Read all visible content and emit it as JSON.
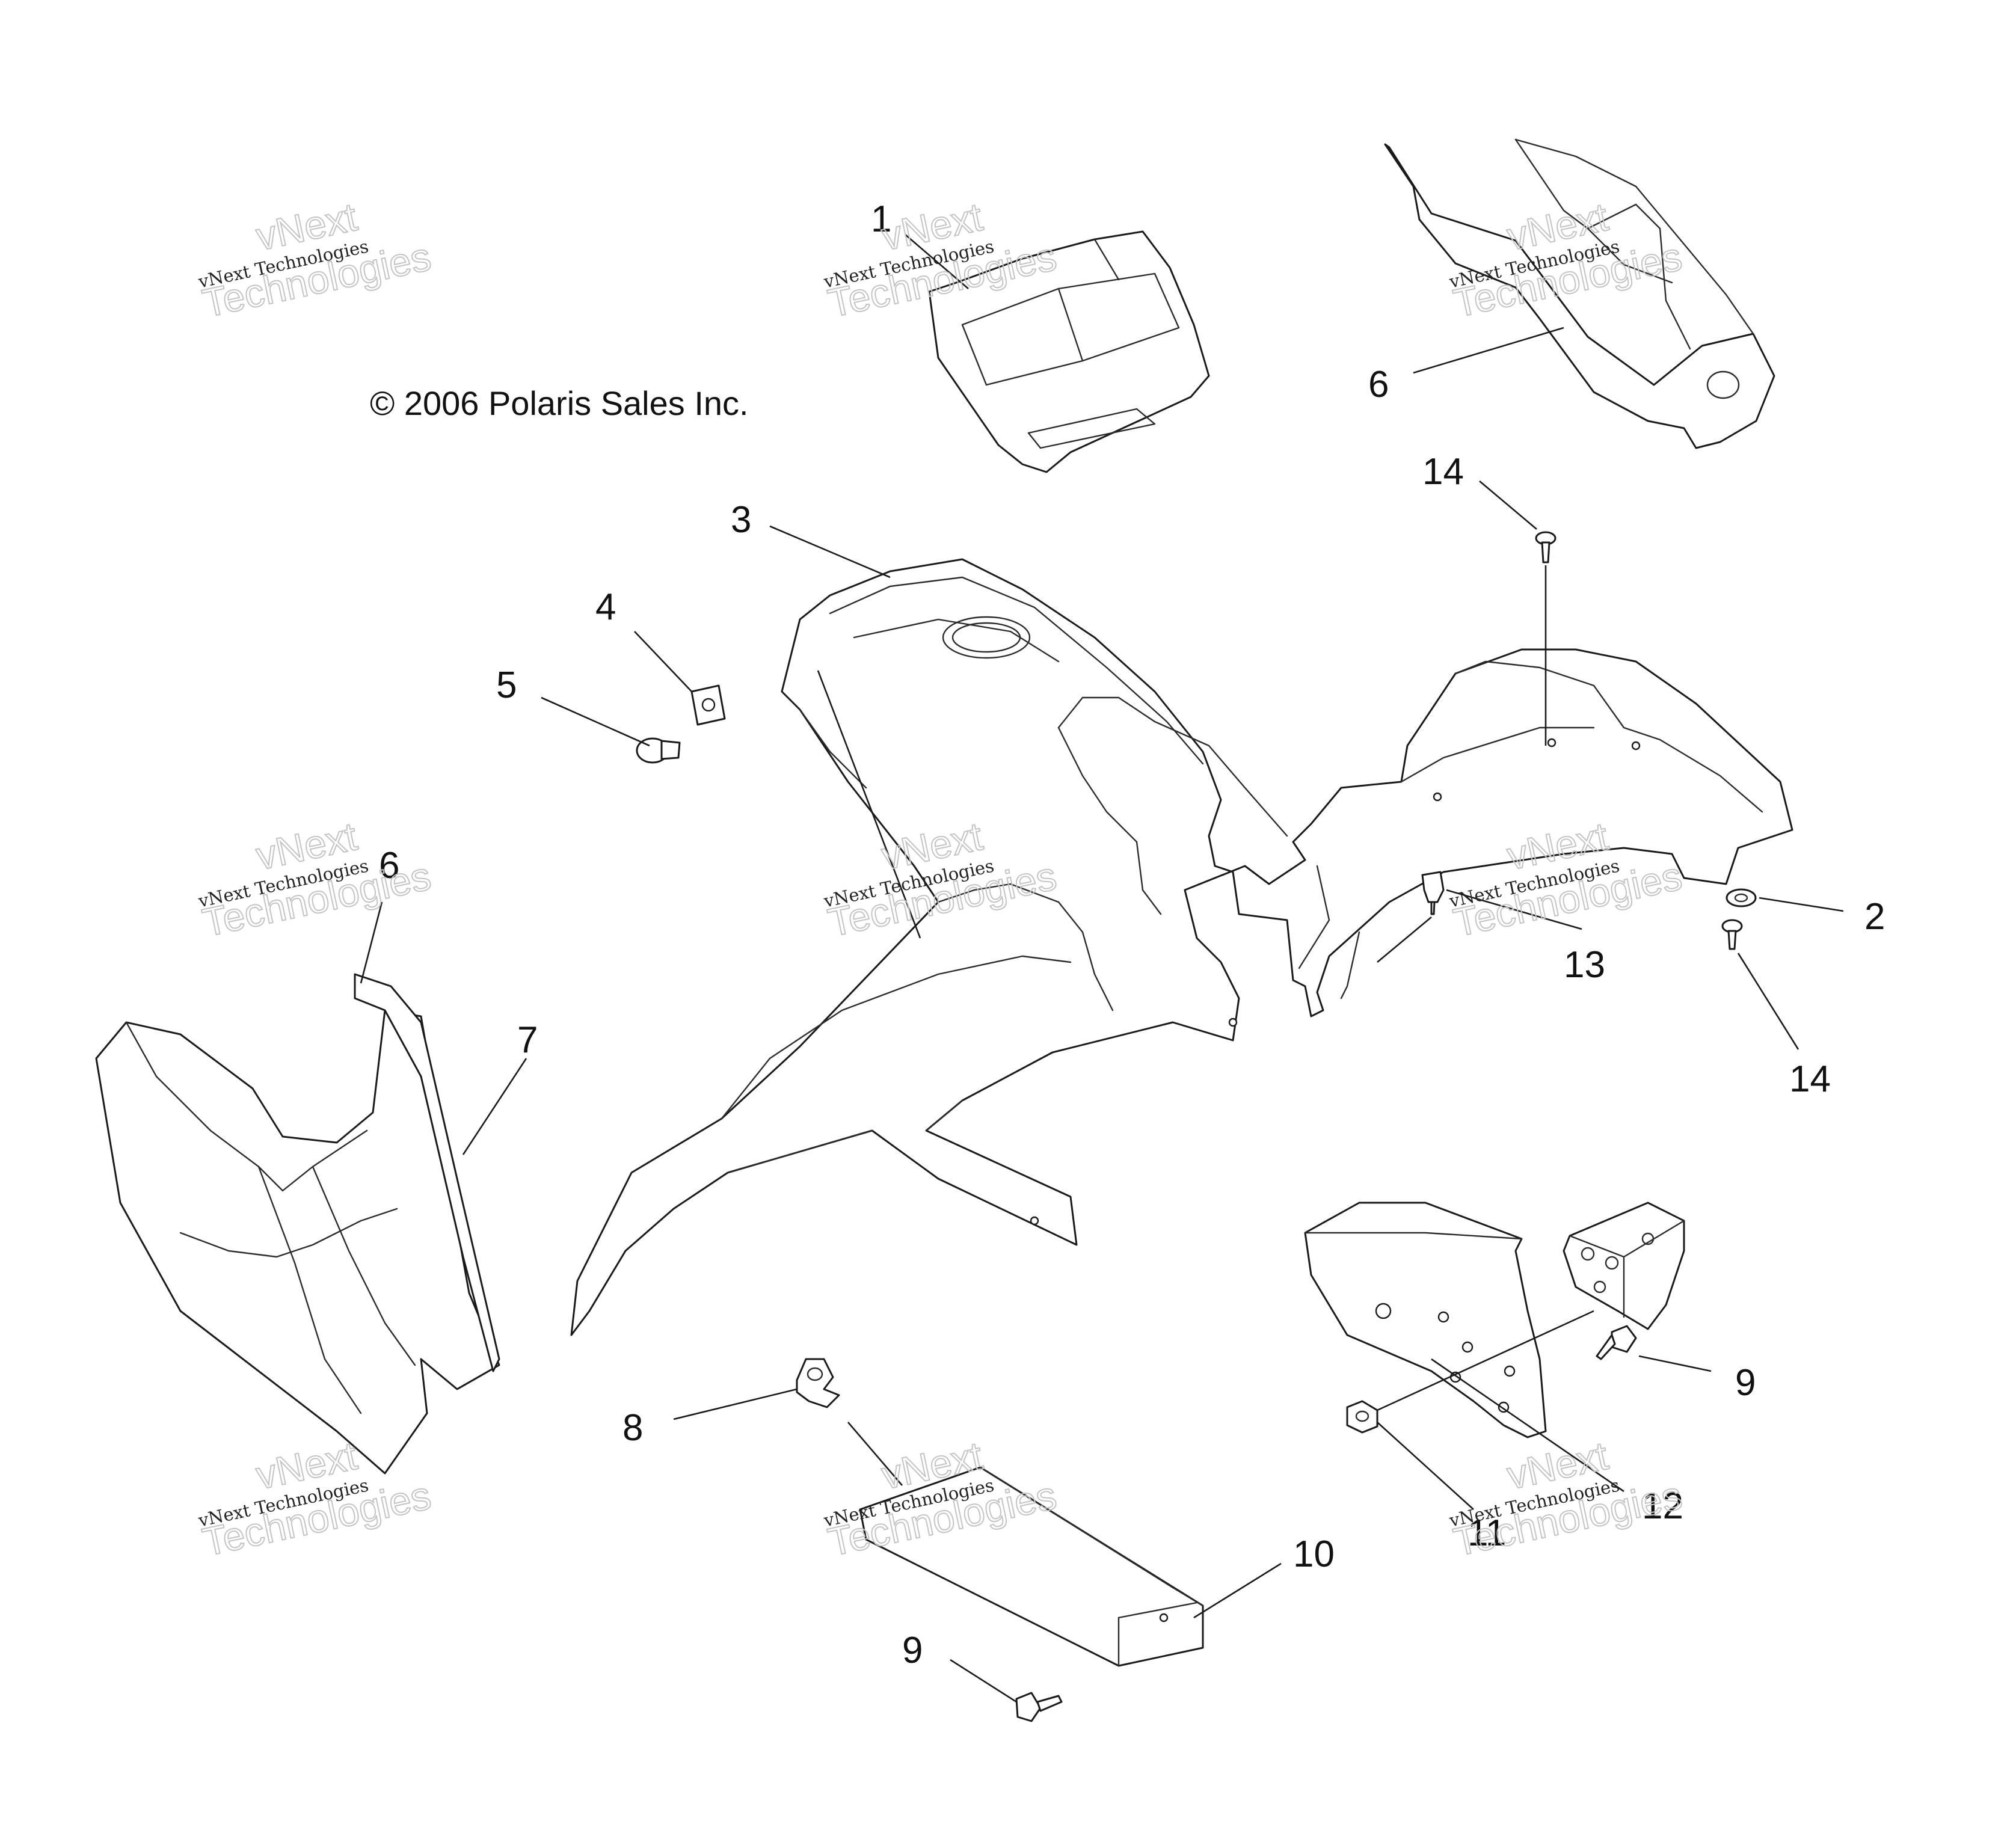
{
  "copyright": "© 2006 Polaris Sales Inc.",
  "watermark": {
    "line1": "vNext",
    "line2": "vNext Technologies",
    "line3": "Technologies"
  },
  "callouts": {
    "c1": "1",
    "c2": "2",
    "c3": "3",
    "c4": "4",
    "c5": "5",
    "c6a": "6",
    "c6b": "6",
    "c7": "7",
    "c8": "8",
    "c9a": "9",
    "c9b": "9",
    "c10": "10",
    "c11": "11",
    "c12": "12",
    "c13": "13",
    "c14a": "14",
    "c14b": "14"
  },
  "colors": {
    "line": "#1a1a1a",
    "watermark_outline": "#c4c4c4",
    "background": "#ffffff"
  }
}
